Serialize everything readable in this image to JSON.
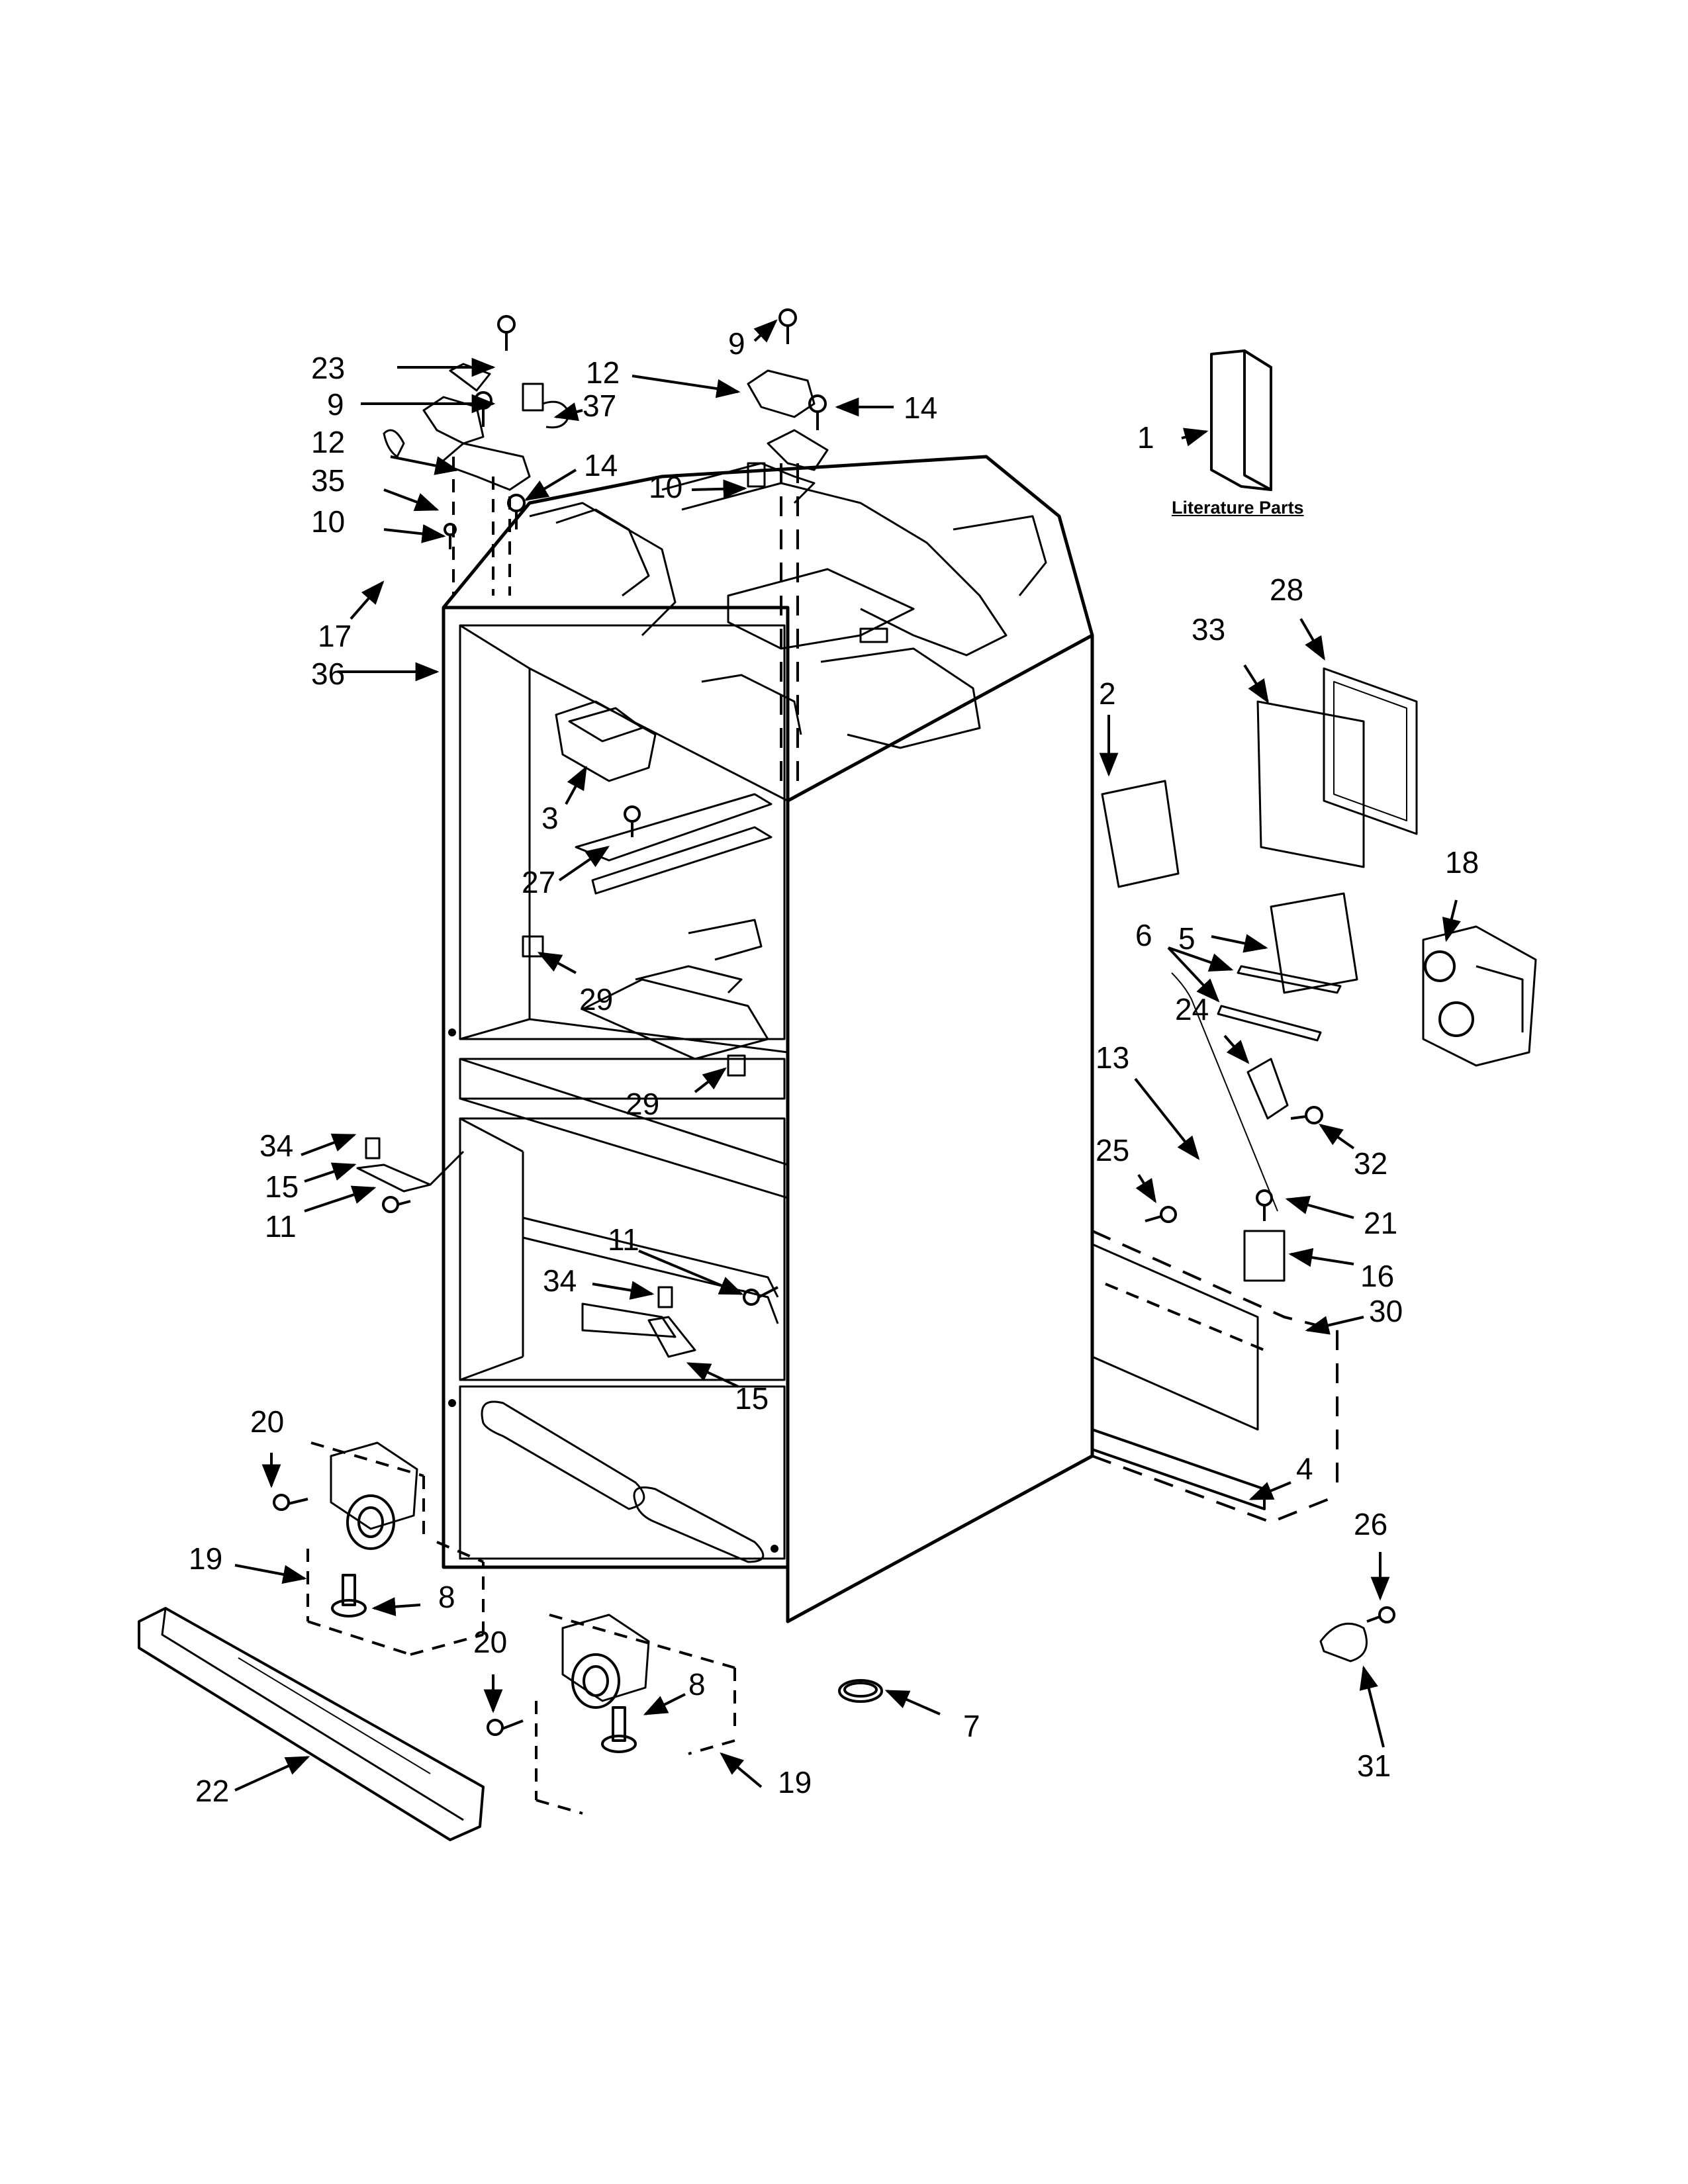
{
  "literature_label": "Literature Parts",
  "callouts": {
    "c1": "1",
    "c2": "2",
    "c3": "3",
    "c4": "4",
    "c5": "5",
    "c6": "6",
    "c7": "7",
    "c8a": "8",
    "c8b": "8",
    "c9a": "9",
    "c9b": "9",
    "c10a": "10",
    "c10b": "10",
    "c11a": "11",
    "c11b": "11",
    "c12a": "12",
    "c12b": "12",
    "c13": "13",
    "c14a": "14",
    "c14b": "14",
    "c15a": "15",
    "c15b": "15",
    "c16": "16",
    "c17": "17",
    "c18": "18",
    "c19a": "19",
    "c19b": "19",
    "c20a": "20",
    "c20b": "20",
    "c21": "21",
    "c22": "22",
    "c23": "23",
    "c24": "24",
    "c25": "25",
    "c26": "26",
    "c27": "27",
    "c28": "28",
    "c29a": "29",
    "c29b": "29",
    "c30": "30",
    "c31": "31",
    "c32": "32",
    "c33": "33",
    "c34a": "34",
    "c34b": "34",
    "c35": "35",
    "c36": "36",
    "c37": "37"
  }
}
